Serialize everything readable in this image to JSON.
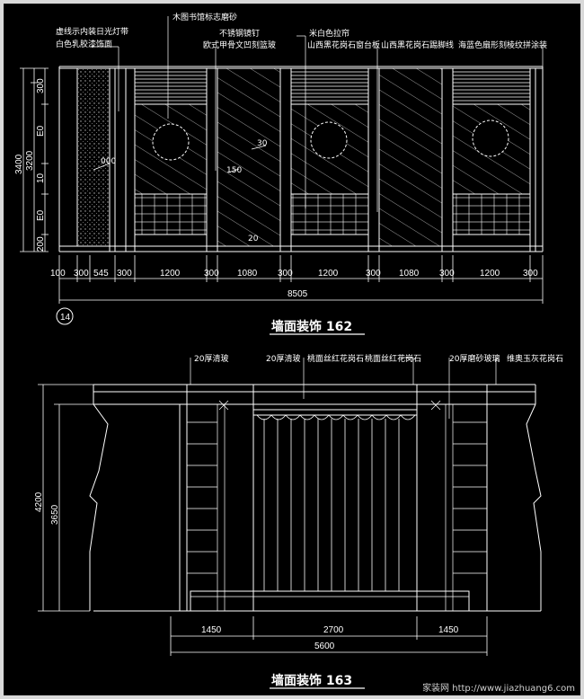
{
  "drawing1": {
    "title": "墙面装饰 162",
    "sheet_no": "14",
    "labels": {
      "l1a": "虚线示内装日光灯带",
      "l1b": "白色乳胶漆饰面",
      "l2": "木图书馆标志磨砂",
      "l3a": "不锈钢镜钉",
      "l3b": "欧式甲骨文凹刻篮玻",
      "l4a": "米白色拉帘",
      "l4b": "山西黑花岗石窗台板",
      "l5": "山西黑花岗石踢脚线",
      "l6": "海蓝色扇形刻棱纹拼涂装"
    },
    "callouts": {
      "c1": "000",
      "c2": "30",
      "c3": "150",
      "c4": "20"
    },
    "left_dims": {
      "d1": "300",
      "d2": "E0",
      "d3": "10",
      "d4": "E0",
      "d5": "200",
      "total_a": "3400",
      "total_b": "3200"
    },
    "bottom_dims": {
      "d0": "100",
      "d1": "300",
      "d2": "545",
      "d3": "300",
      "d4": "1200",
      "d5": "300",
      "d6": "1080",
      "d7": "300",
      "d8": "1200",
      "d9": "300",
      "d10": "1080",
      "d11": "300",
      "d12": "1200",
      "d13": "300",
      "total": "8505"
    }
  },
  "drawing2": {
    "title": "墙面装饰 163",
    "labels": {
      "l1": "20厚清玻",
      "l2": "20厚清玻",
      "l3": "桃面丝红花岗石",
      "l4": "桃面丝红花岗石",
      "l5": "20厚磨砂玻璃",
      "l6": "维奥玉灰花岗石"
    },
    "left_dims": {
      "outer": "4200",
      "inner": "3650"
    },
    "bottom_dims": {
      "d1": "1450",
      "d2": "2700",
      "d3": "1450",
      "total": "5600"
    }
  },
  "watermark": "家装网 http://www.jiazhuang6.com"
}
